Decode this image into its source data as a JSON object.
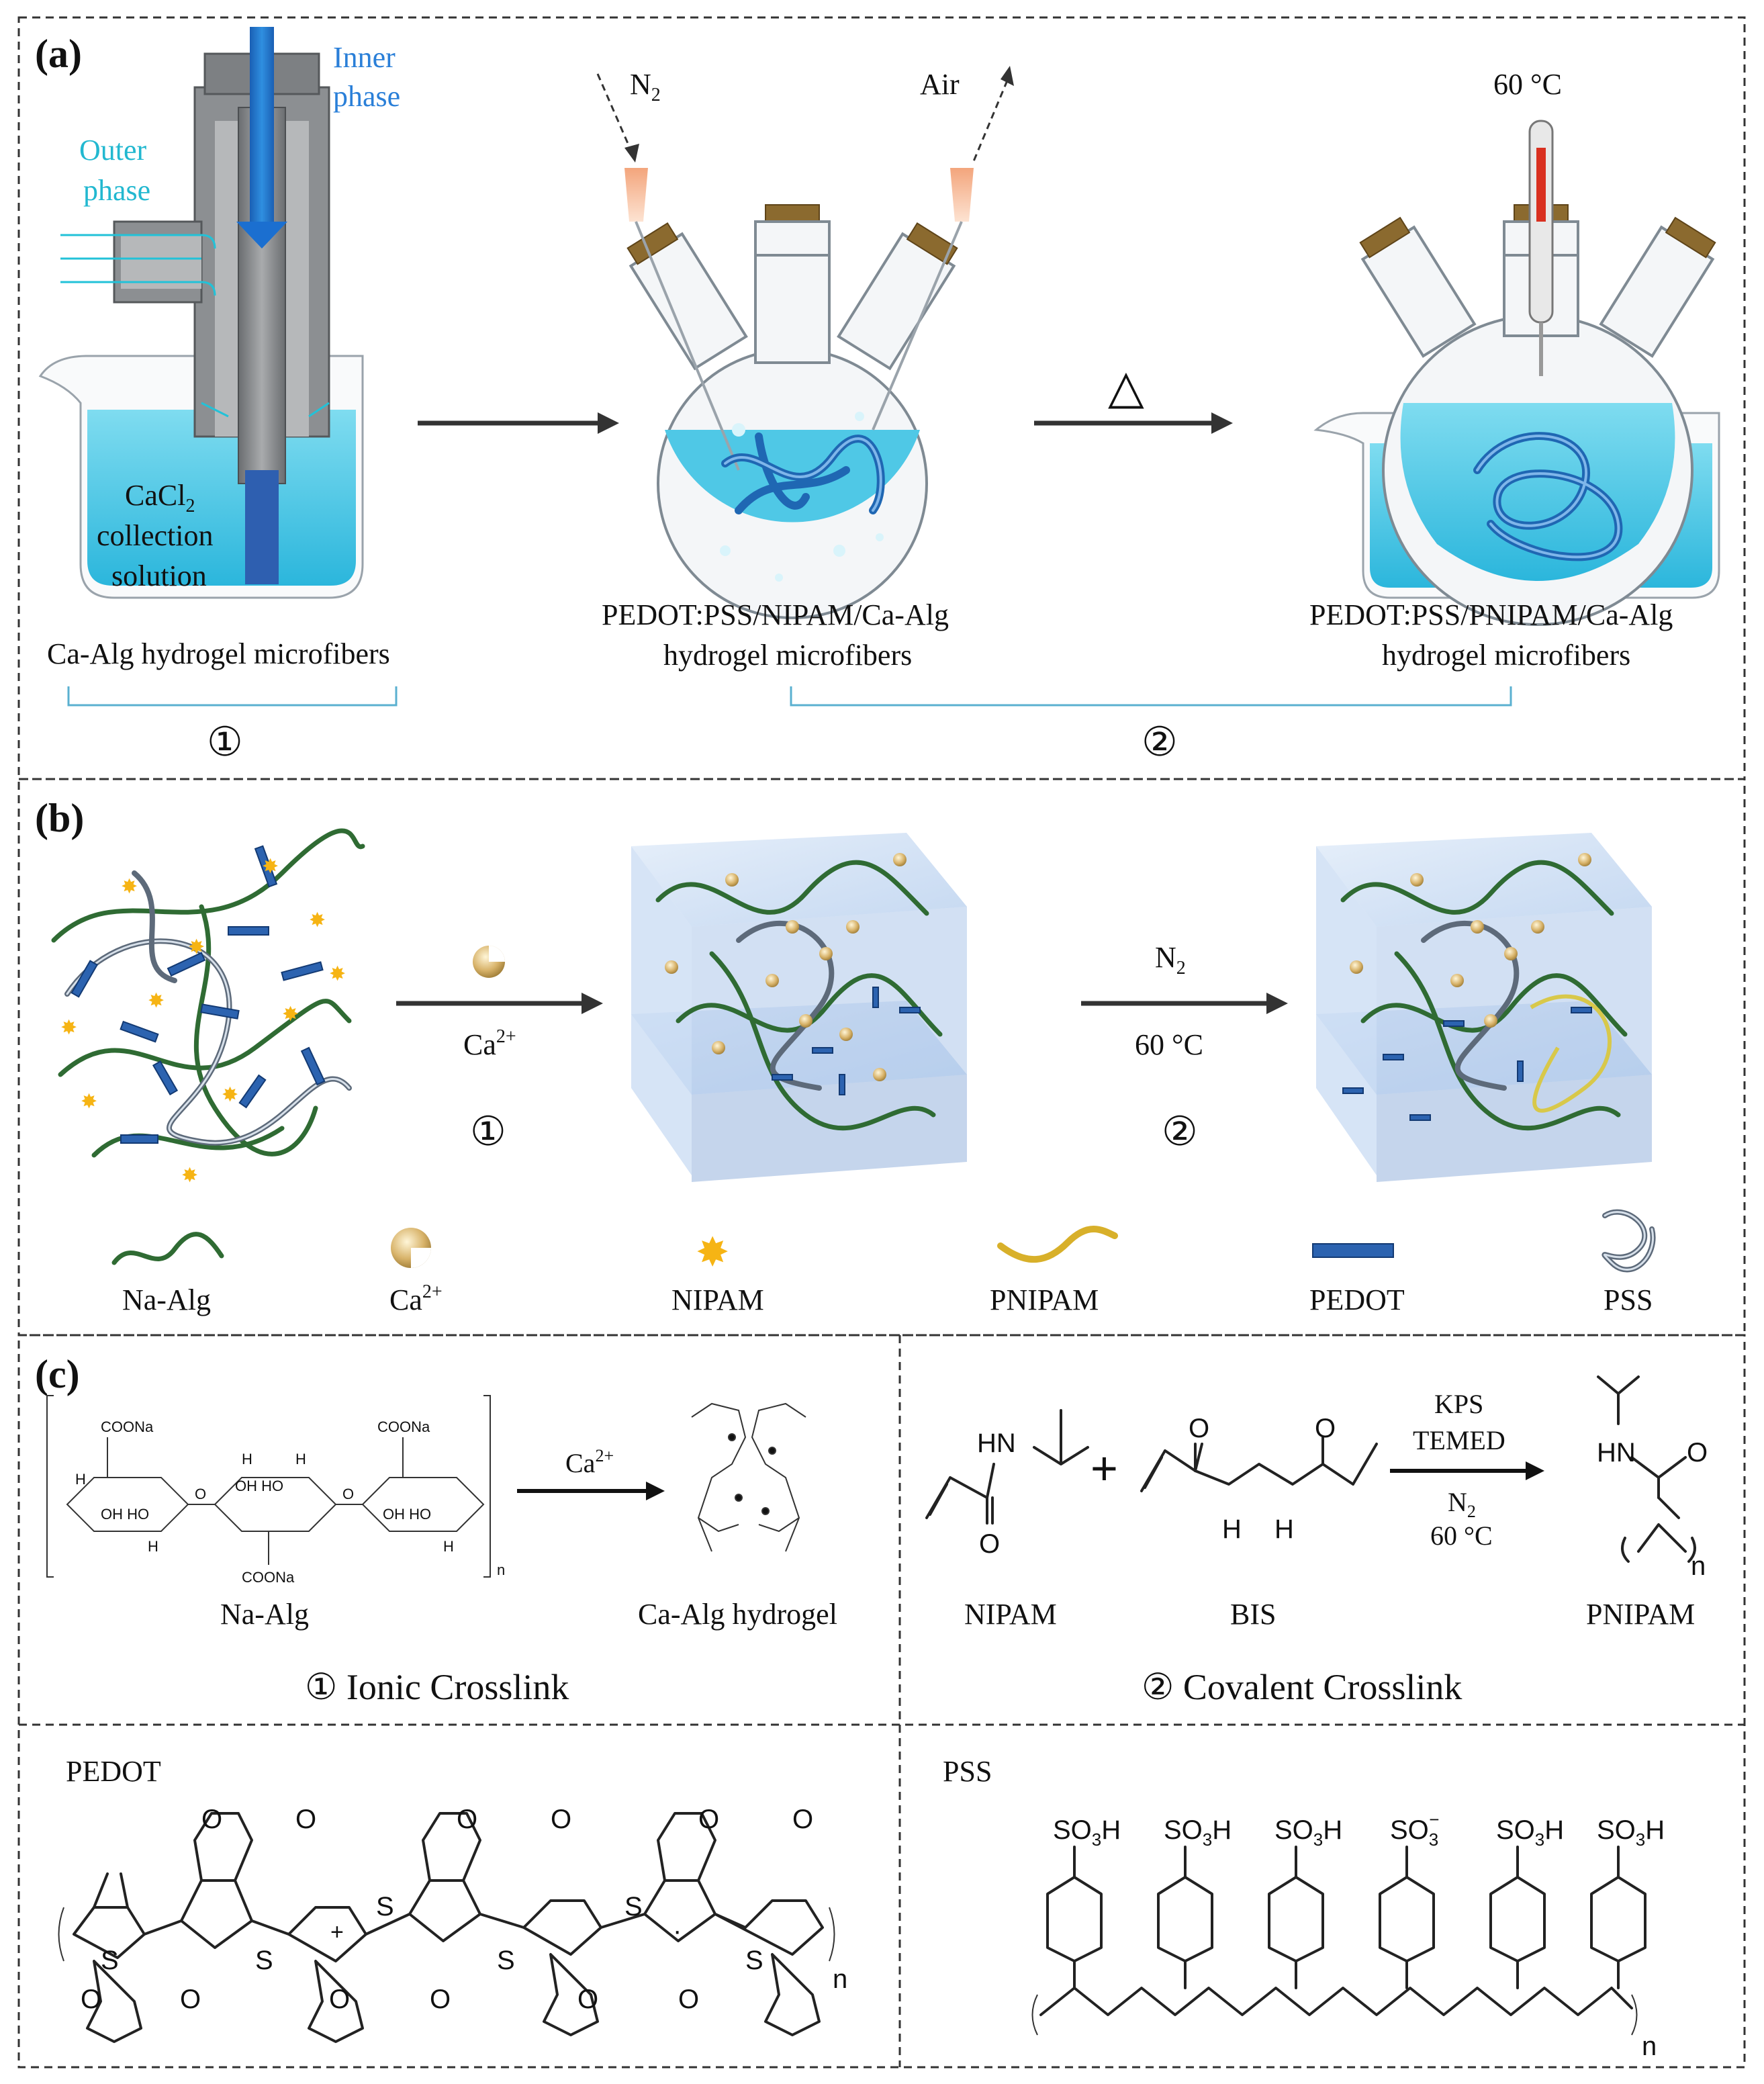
{
  "panels": {
    "a": "(a)",
    "b": "(b)",
    "c": "(c)"
  },
  "panel_a": {
    "inner_phase_1": "Inner",
    "inner_phase_2": "phase",
    "outer_phase_1": "Outer",
    "outer_phase_2": "phase",
    "cacl2_line1": "CaCl",
    "cacl2_sub": "2",
    "cacl2_line2": "collection",
    "cacl2_line3": "solution",
    "n2_label": "N",
    "n2_sub": "2",
    "air_label": "Air",
    "temp_label": "60 °C",
    "heat_symbol": "△",
    "caption1": "Ca-Alg hydrogel microfibers",
    "caption2_line1": "PEDOT:PSS/NIPAM/Ca-Alg",
    "caption2_line2": "hydrogel microfibers",
    "caption3_line1": "PEDOT:PSS/PNIPAM/Ca-Alg",
    "caption3_line2": "hydrogel microfibers",
    "step1": "①",
    "step2": "②"
  },
  "panel_b": {
    "arrow1_label": "Ca",
    "arrow1_sup": "2+",
    "arrow1_step": "①",
    "arrow2_label": "N",
    "arrow2_sub": "2",
    "arrow2_temp": "60 °C",
    "arrow2_step": "②",
    "legend": [
      "Na-Alg",
      "Ca",
      "NIPAM",
      "PNIPAM",
      "PEDOT",
      "PSS"
    ],
    "legend_ca_sup": "2+"
  },
  "panel_c": {
    "ca_label": "Ca",
    "ca_sup": "2+",
    "naalg_label": "Na-Alg",
    "caalg_label": "Ca-Alg hydrogel",
    "ionic_title": "① Ionic Crosslink",
    "coona_top1": "COONa",
    "coona_top2": "COONa",
    "coona_bottom": "COONa",
    "ohho": "OH HO",
    "h_letter": "H",
    "o_letter": "O",
    "n_subscript": "n",
    "kps": "KPS",
    "temed": "TEMED",
    "n2_label": "N",
    "n2_sub": "2",
    "temp": "60 °C",
    "nipam_label": "NIPAM",
    "bis_label": "BIS",
    "pnipam_label": "PNIPAM",
    "covalent_title": "② Covalent Crosslink",
    "hn": "HN",
    "plus": "+",
    "pedot_title": "PEDOT",
    "pss_title": "PSS",
    "so3h": "SO",
    "so3_sub": "3",
    "so3h_h": "H",
    "so3_minus": "−",
    "s_letter": "S",
    "plus_charge": "+",
    "dot_charge": "·"
  }
}
